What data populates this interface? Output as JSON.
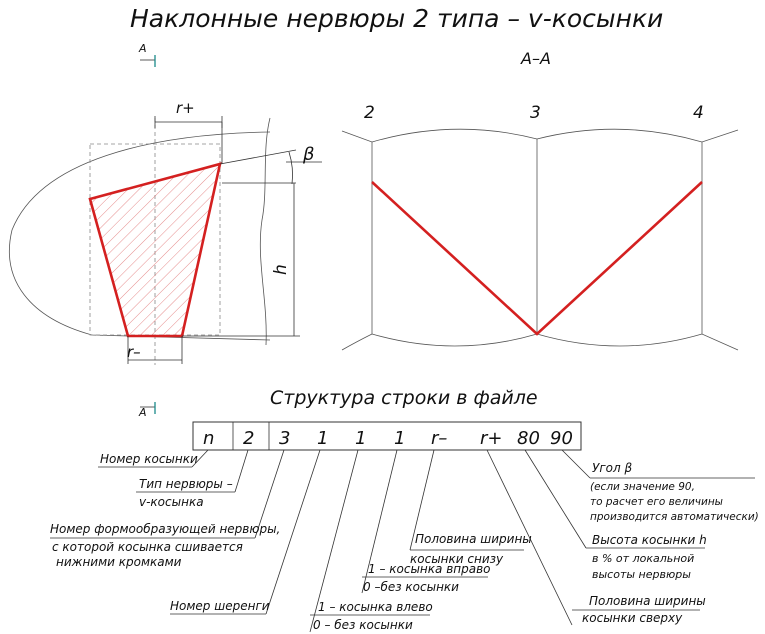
{
  "title": "Наклонные нервюры 2 типа – v-косынки",
  "section_marker": "A",
  "section_view_label": "A–A",
  "rib_numbers": [
    "2",
    "3",
    "4"
  ],
  "dims": {
    "r_plus": "r+",
    "r_minus": "r–",
    "beta": "β",
    "h": "h"
  },
  "structure_title": "Структура строки в файле",
  "fields": [
    "n",
    "2",
    "3",
    "1",
    "1",
    "1",
    "r–",
    "r+",
    "80",
    "90"
  ],
  "annotations": {
    "nomer_kosynki": "Номер косынки",
    "tip_line1": "Тип нервюры –",
    "tip_line2": "v-косынка",
    "form_line1": "Номер формообразующей нервюры,",
    "form_line2": "с которой косынка сшивается",
    "form_line3": "нижними кромками",
    "sherengi": "Номер шеренги",
    "left_line1": "1 – косынка влево",
    "left_line2": "0 – без косынки",
    "right_line1": "1 – косынка вправо",
    "right_line2": "0 –без косынки",
    "halfwidth_bottom_line1": "Половина ширины",
    "halfwidth_bottom_line2": "косынки снизу",
    "halfwidth_top_line1": "Половина ширины",
    "halfwidth_top_line2": "косынки сверху",
    "height_line1": "Высота косынки h",
    "height_line2": "в % от локальной",
    "height_line3": "высоты нервюры",
    "angle_line1": "Угол β",
    "angle_line2": "(если значение 90,",
    "angle_line3": "то расчет его величины",
    "angle_line4": "производится автоматически)"
  },
  "colors": {
    "accent_red": "#d42020",
    "hatch": "#e07070",
    "line": "#555555"
  }
}
